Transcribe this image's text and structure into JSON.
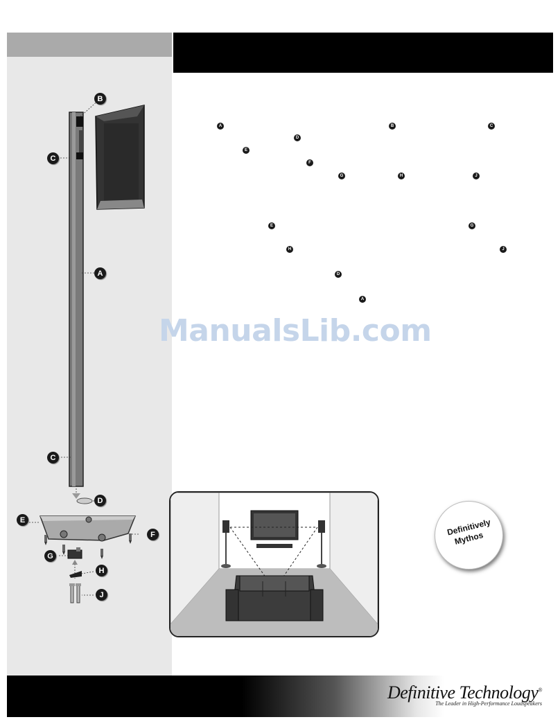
{
  "header": {
    "left_text": "",
    "right_text": ""
  },
  "watermark": "ManualsLib.com",
  "seal": {
    "line1": "Definitively",
    "line2": "Mythos"
  },
  "brand": {
    "name": "Definitive Technology",
    "registered": "®",
    "tagline": "The Leader in High-Performance Loudspeakers"
  },
  "diagram_labels": {
    "a": "A",
    "b": "B",
    "c_top": "C",
    "c_bottom": "C",
    "d": "D",
    "e": "E",
    "f": "F",
    "g": "G",
    "h": "H",
    "j": "J"
  },
  "text_markers": [
    "A",
    "B",
    "C",
    "D",
    "E",
    "F",
    "G",
    "H",
    "J",
    "E",
    "G",
    "H",
    "J",
    "D",
    "A"
  ],
  "colors": {
    "panel": "#e8e8e8",
    "header_gray": "#aaaaaa",
    "bar": "#000000",
    "watermark": "#c5d5ea"
  }
}
